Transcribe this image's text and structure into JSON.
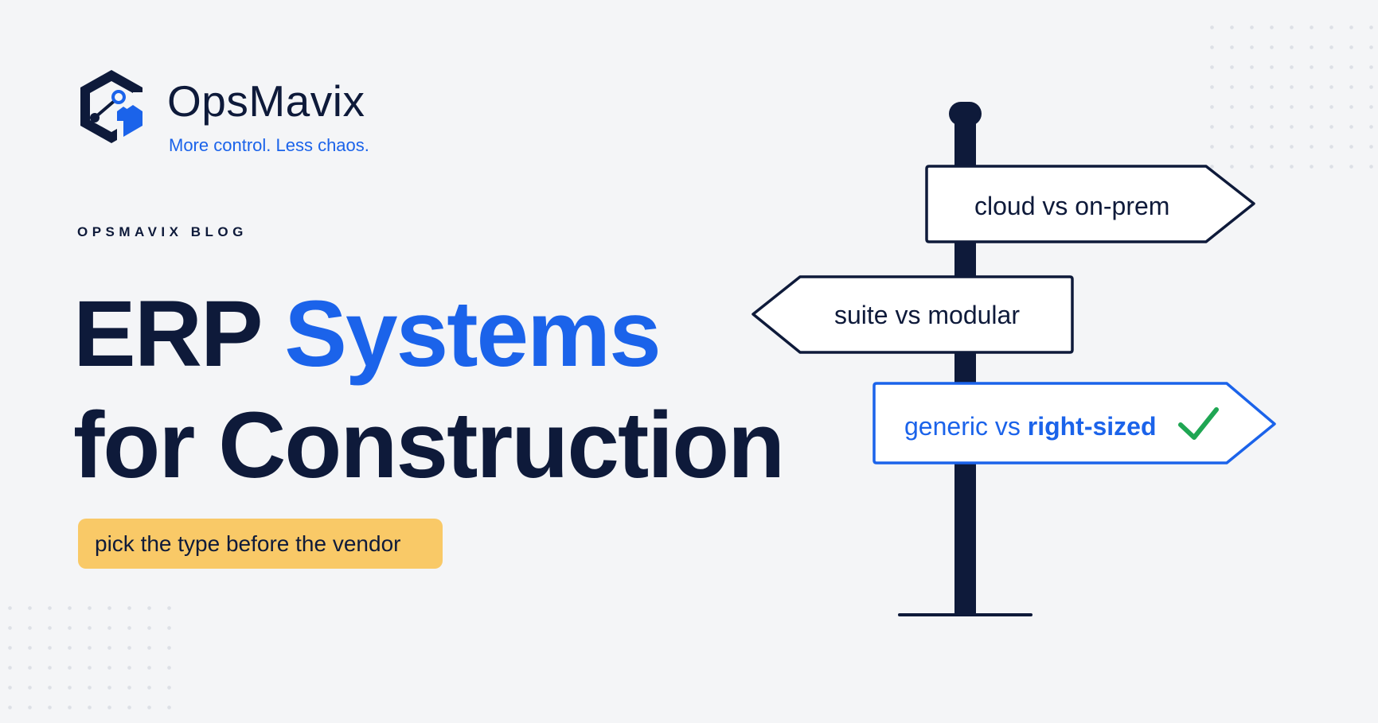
{
  "brand": {
    "name": "OpsMavix",
    "tagline": "More control. Less chaos."
  },
  "eyebrow": "OPSMAVIX BLOG",
  "headline": {
    "part1": "ERP ",
    "accent": "Systems",
    "line2": "for Construction"
  },
  "pill": "pick the type before the vendor",
  "signs": [
    {
      "text": "cloud vs on-prem"
    },
    {
      "text": "suite vs modular"
    },
    {
      "prefix": "generic vs ",
      "strong": "right-sized",
      "icon": "check-icon"
    }
  ],
  "colors": {
    "navy": "#0e1a3a",
    "accent_blue": "#1b63ea",
    "pill_yellow": "#f9c967",
    "check_green": "#1fa653",
    "background": "#f4f5f7"
  }
}
